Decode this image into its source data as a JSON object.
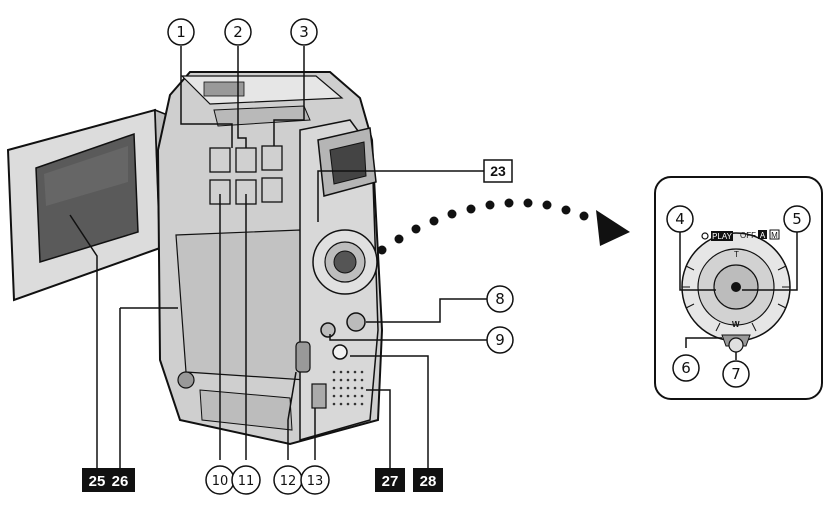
{
  "callouts": {
    "c1": "1",
    "c2": "2",
    "c3": "3",
    "c4": "4",
    "c5": "5",
    "c6": "6",
    "c7": "7",
    "c8": "8",
    "c9": "9",
    "c10": "10",
    "c11": "11",
    "c12": "12",
    "c13": "13"
  },
  "boxed_labels": {
    "b23": "23"
  },
  "inverse_labels": {
    "i25": "25",
    "i26": "26",
    "i27": "27",
    "i28": "28"
  },
  "dial_marks": {
    "play": "PLAY",
    "off": "OFF",
    "auto": "A",
    "manual": "M",
    "tele": "T",
    "wide": "W"
  },
  "colors": {
    "ink": "#111111",
    "body_fill": "#c9c9c9",
    "screen_fill": "#5a5a5a",
    "panel_fill": "#dedede"
  }
}
